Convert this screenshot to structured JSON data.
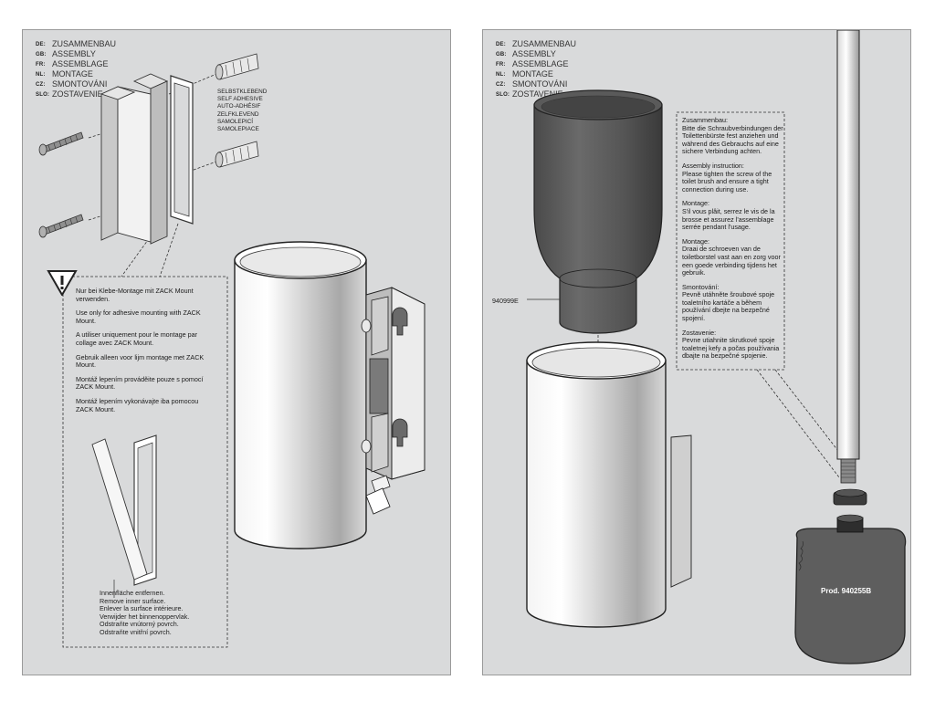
{
  "left_page": {
    "languages": [
      {
        "code": "DE:",
        "text": "ZUSAMMENBAU"
      },
      {
        "code": "GB:",
        "text": "ASSEMBLY"
      },
      {
        "code": "FR:",
        "text": "ASSEMBLAGE"
      },
      {
        "code": "NL:",
        "text": "MONTAGE"
      },
      {
        "code": "CZ:",
        "text": "SMONTOVÁNI"
      },
      {
        "code": "SLO:",
        "text": "ZOSTAVENIE"
      }
    ],
    "adhesive_label": [
      "SELBSTKLEBEND",
      "SELF ADHESIVE",
      "AUTO-ADHÉSIF",
      "ZELFKLEVEND",
      "SAMOLEPICÍ",
      "SAMOLEPIACE"
    ],
    "warning_notes": [
      "Nur bei Klebe-Montage mit ZACK Mount verwenden.",
      "Use only for adhesive mounting with ZACK Mount.",
      "A utiliser uniquement pour le montage par collage avec ZACK Mount.",
      "Gebruik alleen voor lijm montage met ZACK Mount.",
      "Montáž lepením prováděite pouze s pomocí ZACK Mount.",
      "Montáž lepením vykonávajte iba pomocou ZACK Mount."
    ],
    "remove_notes": [
      "Innenfläche entfernen.",
      "Remove inner surface.",
      "Enlever la surface intérieure.",
      "Verwijder het binnenoppervlak.",
      "Odstraňte vnútorný povrch.",
      "Odstraňte vnitřní povrch."
    ]
  },
  "right_page": {
    "languages": [
      {
        "code": "DE:",
        "text": "ZUSAMMENBAU"
      },
      {
        "code": "GB:",
        "text": "ASSEMBLY"
      },
      {
        "code": "FR:",
        "text": "ASSEMBLAGE"
      },
      {
        "code": "NL:",
        "text": "MONTAGE"
      },
      {
        "code": "CZ:",
        "text": "SMONTOVÁNI"
      },
      {
        "code": "SLO:",
        "text": "ZOSTAVENIE"
      }
    ],
    "instructions": [
      {
        "title": "Zusammenbau:",
        "body": "Bitte die Schraubverbindungen der Toilettenbürste fest anziehen und während des Gebrauchs auf eine sichere Verbindung achten."
      },
      {
        "title": "Assembly instruction:",
        "body": "Please tighten the screw of the toilet brush and ensure a tight connection during use."
      },
      {
        "title": "Montage:",
        "body": "S'il vous plâit, serrez le vis de la brosse et assurez l'assemblage serrée pendant l'usage."
      },
      {
        "title": "Montage:",
        "body": "Draai de schroeven van de toiletborstel vast aan en zorg voor een goede verbinding tijdens het gebruik."
      },
      {
        "title": "Smontování:",
        "body": "Pevně utáhněte šroubové spoje toaletního kartáče a během používání dbejte na bezpečné spojení."
      },
      {
        "title": "Zostavenie:",
        "body": "Pevne utiahnite skrutkové spoje toaletnej kefy a počas používania dbajte na bezpečné spojenie."
      }
    ],
    "part_number": "940999E",
    "product_label": "Prod. 940255B"
  }
}
